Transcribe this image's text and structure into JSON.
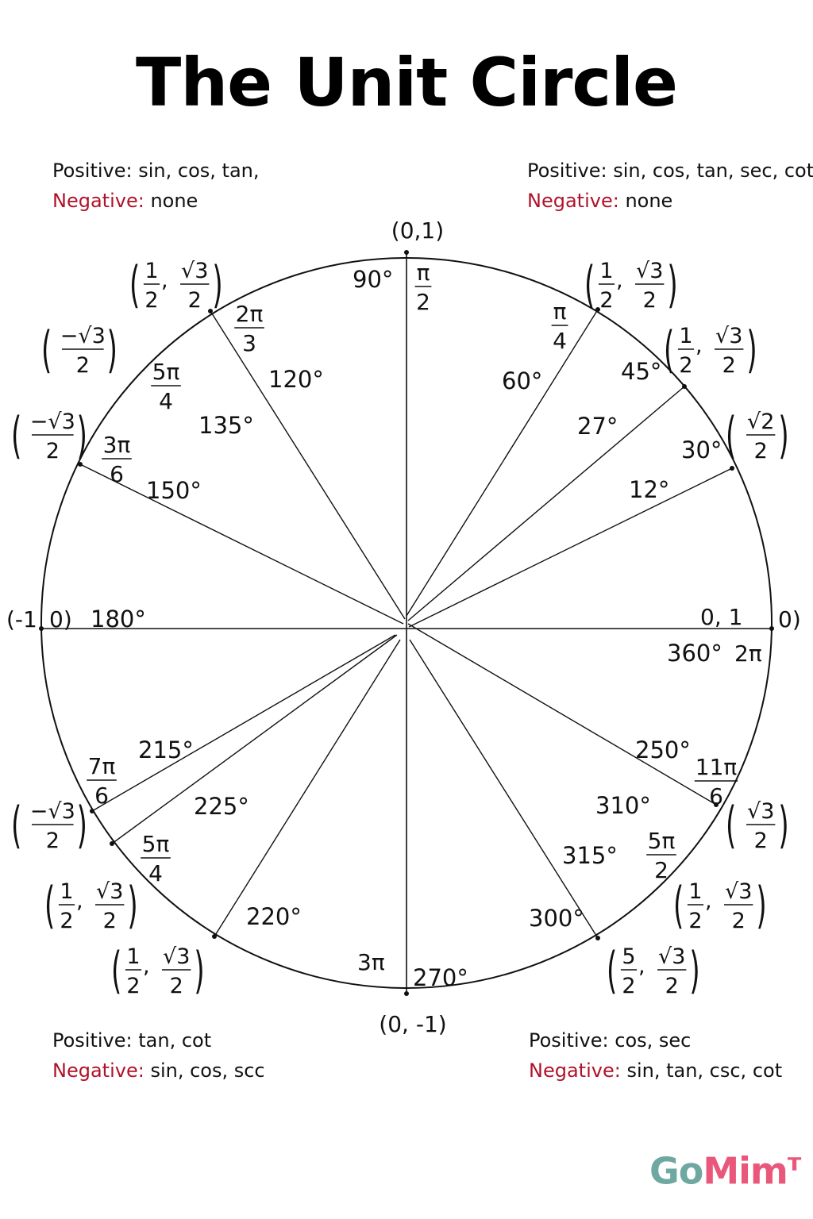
{
  "title": "The Unit Circle",
  "colors": {
    "negative_label": "#b0122a",
    "logo_go": "#6fa8a0",
    "logo_mim": "#e9587a",
    "line": "#111111"
  },
  "quadrants": {
    "q1": {
      "positive_label": "Positive:",
      "positive": "sin, cos, tan, sec, cot",
      "negative_label": "Negative:",
      "negative": "none"
    },
    "q2": {
      "positive_label": "Positive:",
      "positive": "sin, cos, tan,",
      "negative_label": "Negative:",
      "negative": "none"
    },
    "q3": {
      "positive_label": "Positive:",
      "positive": "tan, cot",
      "negative_label": "Negative:",
      "negative": "sin, cos, scc"
    },
    "q4": {
      "positive_label": "Positive:",
      "positive": "cos, sec",
      "negative_label": "Negative:",
      "negative": "sin, tan, csc, cot"
    }
  },
  "axis_points": {
    "top": "(0,1)",
    "bottom": "(0, -1)",
    "left_a": "(-1",
    "left_b": "0)",
    "right_a": "0, 1",
    "right_b": "0)"
  },
  "degree_labels": [
    "90°",
    "120°",
    "135°",
    "150°",
    "180°",
    "215°",
    "225°",
    "220°",
    "270°",
    "300°",
    "315°",
    "310°",
    "250°",
    "360°",
    "12°",
    "30°",
    "27°",
    "45°",
    "60°"
  ],
  "radian_labels": [
    {
      "num": "π",
      "den": "2"
    },
    {
      "num": "2π",
      "den": "3"
    },
    {
      "num": "5π",
      "den": "4"
    },
    {
      "num": "3π",
      "den": "6"
    },
    {
      "num": "7π",
      "den": "6"
    },
    {
      "num": "5π",
      "den": "4"
    },
    {
      "num": "5π",
      "den": "2"
    },
    {
      "num": "11π",
      "den": "6"
    },
    {
      "num": "π",
      "den": "4"
    }
  ],
  "radian_inline": [
    "3π",
    "2π"
  ],
  "coordinates": [
    {
      "a_num": "1",
      "a_den": "2",
      "b_num": "√3",
      "b_den": "2"
    },
    {
      "a_num": "1",
      "a_den": "2",
      "b_num": "√3",
      "b_den": "2"
    },
    {
      "a_num": "",
      "a_den": "",
      "b_num": "√2",
      "b_den": "2"
    },
    {
      "a_num": "1",
      "a_den": "2",
      "b_num": "√3",
      "b_den": "2"
    },
    {
      "a_num": "",
      "a_den": "",
      "b_num": "−√3",
      "b_den": "2"
    },
    {
      "a_num": "",
      "a_den": "",
      "b_num": "−√3",
      "b_den": "2"
    },
    {
      "a_num": "",
      "a_den": "",
      "b_num": "−√3",
      "b_den": "2"
    },
    {
      "a_num": "1",
      "a_den": "2",
      "b_num": "√3",
      "b_den": "2"
    },
    {
      "a_num": "1",
      "a_den": "2",
      "b_num": "√3",
      "b_den": "2"
    },
    {
      "a_num": "5",
      "a_den": "2",
      "b_num": "√3",
      "b_den": "2"
    },
    {
      "a_num": "1",
      "a_den": "2",
      "b_num": "√3",
      "b_den": "2"
    },
    {
      "a_num": "",
      "a_den": "",
      "b_num": "√3",
      "b_den": "2"
    }
  ],
  "logo": {
    "go": "Go",
    "mim": "Mim",
    "mark": "ᴛ"
  }
}
